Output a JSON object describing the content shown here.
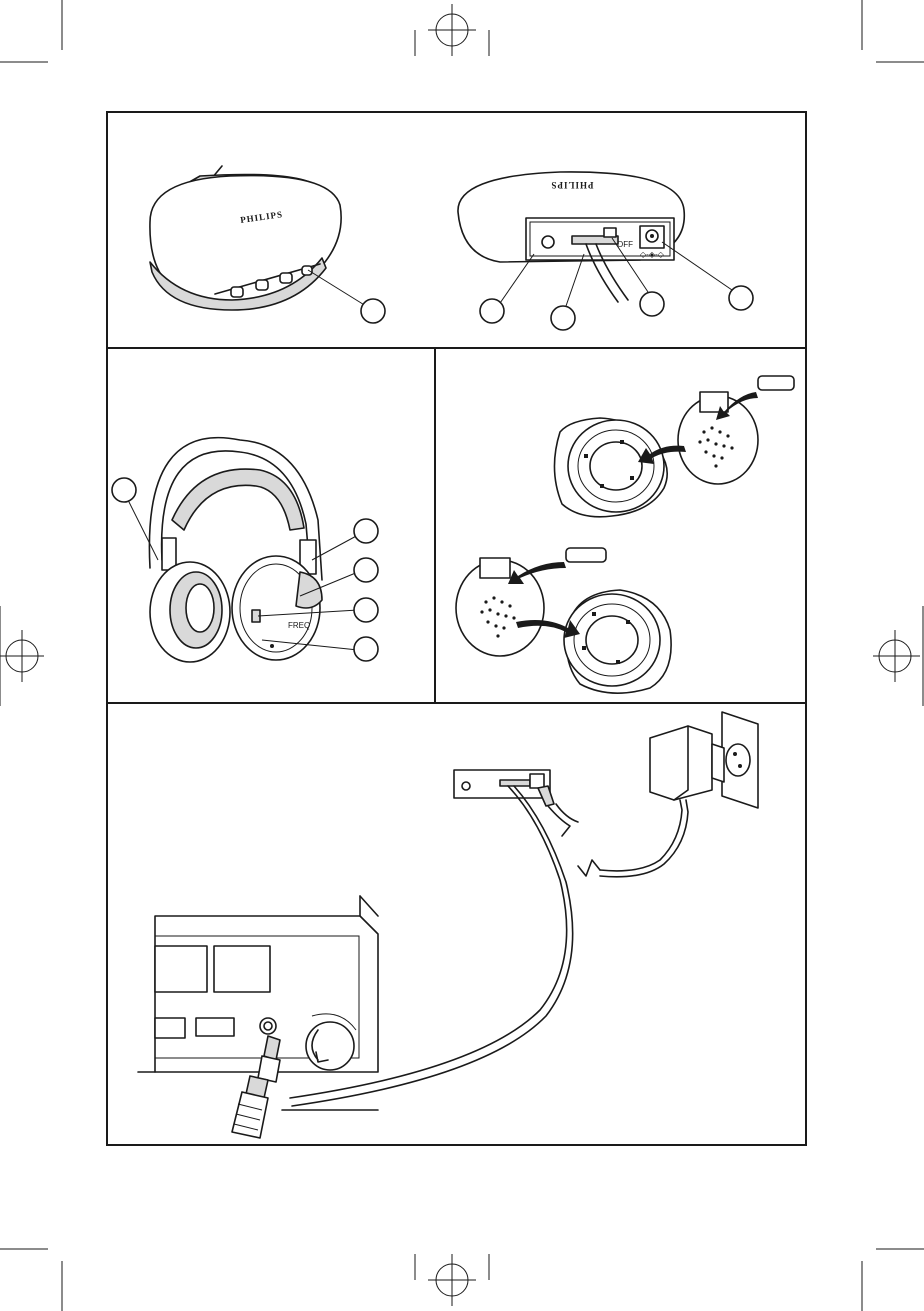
{
  "brand": {
    "front_logo": "PHILIPS",
    "rear_logo_mirrored": "PHILIPS"
  },
  "transmitter_rear": {
    "switch_label": "OFF"
  },
  "headphones": {
    "earcup_label": "FREQ"
  },
  "icons": {
    "crop": "crop-mark-icon",
    "registration": "registration-mark-icon",
    "arrow": "insert-arrow-icon"
  }
}
